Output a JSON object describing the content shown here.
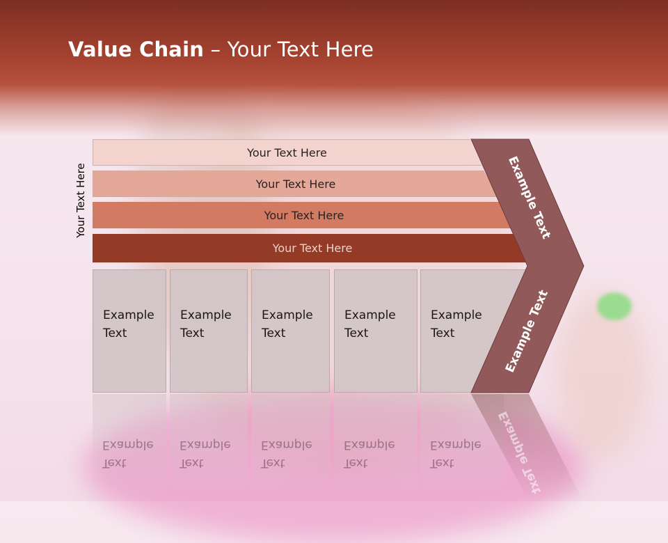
{
  "title": {
    "bold": "Value Chain",
    "rest": " – Your Text Here"
  },
  "side_label": "Your Text Here",
  "bars": [
    "Your Text Here",
    "Your Text Here",
    "Your Text Here",
    "Your Text Here"
  ],
  "boxes": [
    {
      "line1": "Example",
      "line2": "Text"
    },
    {
      "line1": "Example",
      "line2": "Text"
    },
    {
      "line1": "Example",
      "line2": "Text"
    },
    {
      "line1": "Example",
      "line2": "Text"
    },
    {
      "line1": "Example",
      "line2": "Text"
    }
  ],
  "chevron": {
    "upper": "Example Text",
    "lower": "Example Text"
  },
  "colors": {
    "header": "#a3412f",
    "bar1": "#f2d3cd",
    "bar2": "#e3a898",
    "bar3": "#d27a62",
    "bar4": "#943b28",
    "chevron": "#91595a",
    "box": "#d3c5c7"
  }
}
